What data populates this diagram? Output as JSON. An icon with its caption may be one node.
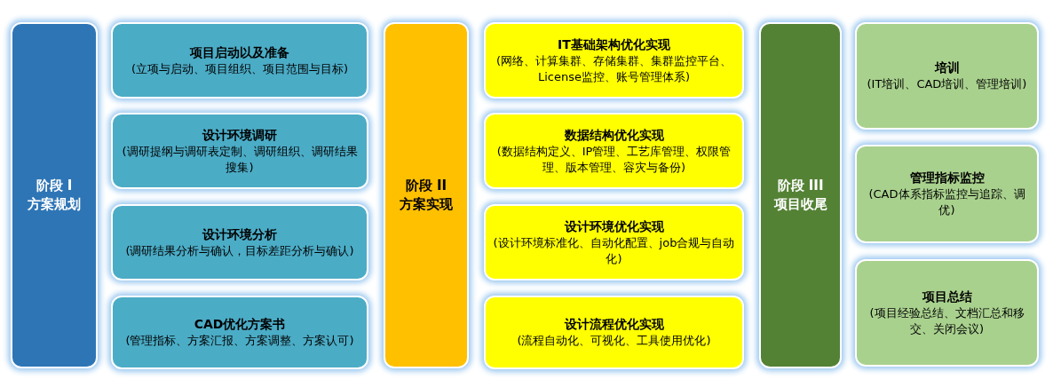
{
  "diagram": {
    "nodes": [
      {
        "text": [
          "阶段 I",
          "方案规划"
        ]
      },
      {
        "text": [
          "项目启动以及准备",
          "(立项与启动、项目组织、项目范围与目标)"
        ]
      },
      {
        "text": [
          "设计环境调研",
          "(调研提纲与调研表定制、调研组织、调研结果搜集)"
        ]
      },
      {
        "text": [
          "设计环境分析",
          "(调研结果分析与确认，目标差距分析与确认)"
        ]
      },
      {
        "text": [
          "CAD优化方案书",
          "(管理指标、方案汇报、方案调整、方案认可)"
        ]
      },
      {
        "text": [
          "阶段 II",
          "方案实现"
        ]
      },
      {
        "text": [
          "IT基础架构优化实现",
          "(网络、计算集群、存储集群、集群监控平台、License监控、账号管理体系)"
        ]
      },
      {
        "text": [
          "数据结构优化实现",
          "(数据结构定义、IP管理、工艺库管理、权限管理、版本管理、容灾与备份)"
        ]
      },
      {
        "text": [
          "设计环境优化实现",
          "(设计环境标准化、自动化配置、job合规与自动化)"
        ]
      },
      {
        "text": [
          "设计流程优化实现",
          "(流程自动化、可视化、工具使用优化)"
        ]
      },
      {
        "text": [
          "阶段 III",
          "项目收尾"
        ]
      },
      {
        "text": [
          "培训",
          "(IT培训、CAD培训、管理培训)"
        ]
      },
      {
        "text": [
          "管理指标监控",
          "(CAD体系指标监控与追踪、调优)"
        ]
      },
      {
        "text": [
          "项目总结",
          "(项目经验总结、文档汇总和移交、关闭会议)"
        ]
      }
    ]
  }
}
